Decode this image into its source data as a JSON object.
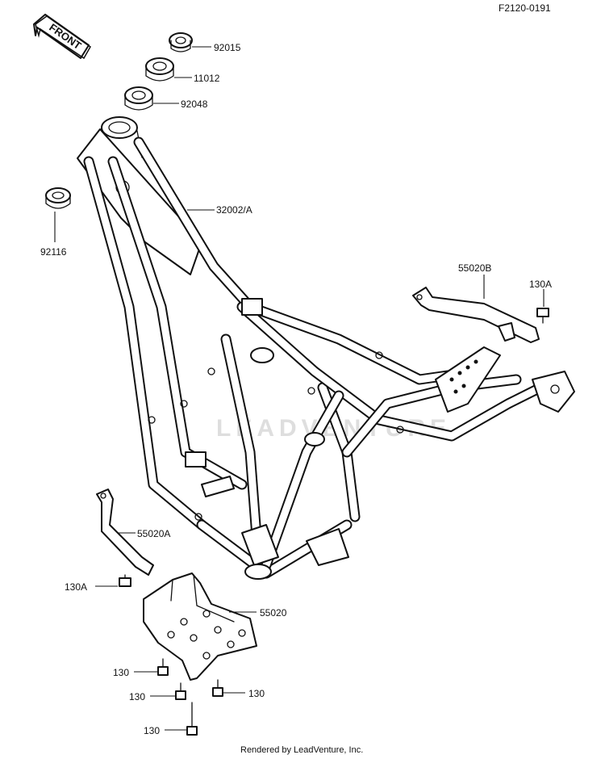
{
  "figure_code": "F2120-0191",
  "front_arrow_text": "FRONT",
  "watermark_text": "LEADVENTURE",
  "footer": "Rendered by LeadVenture, Inc.",
  "callouts": {
    "p92015": "92015",
    "p11012": "11012",
    "p92048": "92048",
    "p92116": "92116",
    "p32002A": "32002/A",
    "p55020B": "55020B",
    "p130A_right": "130A",
    "p55020A": "55020A",
    "p130A_left": "130A",
    "p55020": "55020",
    "p130_a": "130",
    "p130_b": "130",
    "p130_c": "130",
    "p130_d": "130"
  }
}
